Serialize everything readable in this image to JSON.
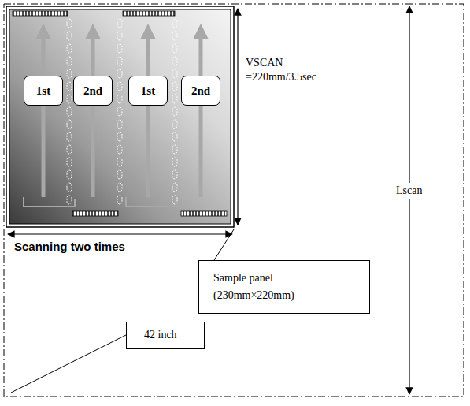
{
  "diagram": {
    "nodes": [
      {
        "text": [
          "1st"
        ]
      },
      {
        "text": [
          "2nd"
        ]
      },
      {
        "text": [
          "1st"
        ]
      },
      {
        "text": [
          "2nd"
        ]
      },
      {
        "text": [
          "Sample panel (230mm×220mm)"
        ]
      },
      {
        "text": [
          "42 inch"
        ]
      }
    ],
    "labels": [
      "VSCAN =220mm/3.5sec",
      "Lscan",
      "Scanning two times"
    ]
  }
}
